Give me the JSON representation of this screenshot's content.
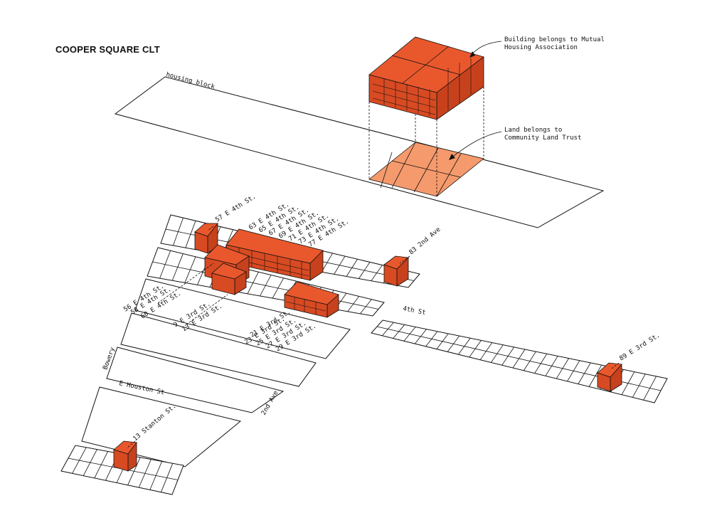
{
  "title": "COOPER SQUARE CLT",
  "annotations": {
    "building": [
      "Building belongs to Mutual",
      "Housing Association"
    ],
    "land": [
      "Land belongs to",
      "Community Land Trust"
    ]
  },
  "block_labels": {
    "housing_block": "housing block",
    "fourth_st": "4th St",
    "bowery": "Bowery",
    "e_houston": "E Houston St",
    "second_ave": "2nd Ave"
  },
  "address_labels": {
    "e4th_57": "57 E 4th St.",
    "e4th_group": [
      "63 E 4th St.",
      "65 E 4th St.",
      "67 E 4th St.",
      "69 E 4th St.",
      "71 E 4th St.",
      "73 E 4th St.",
      "77 E 4th St."
    ],
    "second_ave_83": "83 2nd Ave",
    "e4th_left": [
      "56 E 4th St.",
      "58 E 4th St.",
      "60 E 4th St."
    ],
    "e3rd_left": [
      "9 E 3rd St.",
      "13 E 3rd St."
    ],
    "e3rd_group": [
      "21 E 3rd St.",
      "23 E 3rd St.",
      "25 E 3rd St.",
      "27 E 3rd St.",
      "29 E 3rd St."
    ],
    "e3rd_89": "89 E 3rd St.",
    "stanton_13": "13 Stanton St."
  },
  "colors": {
    "building": "#e9582d",
    "land": "#f59a6c",
    "line": "#111111"
  }
}
